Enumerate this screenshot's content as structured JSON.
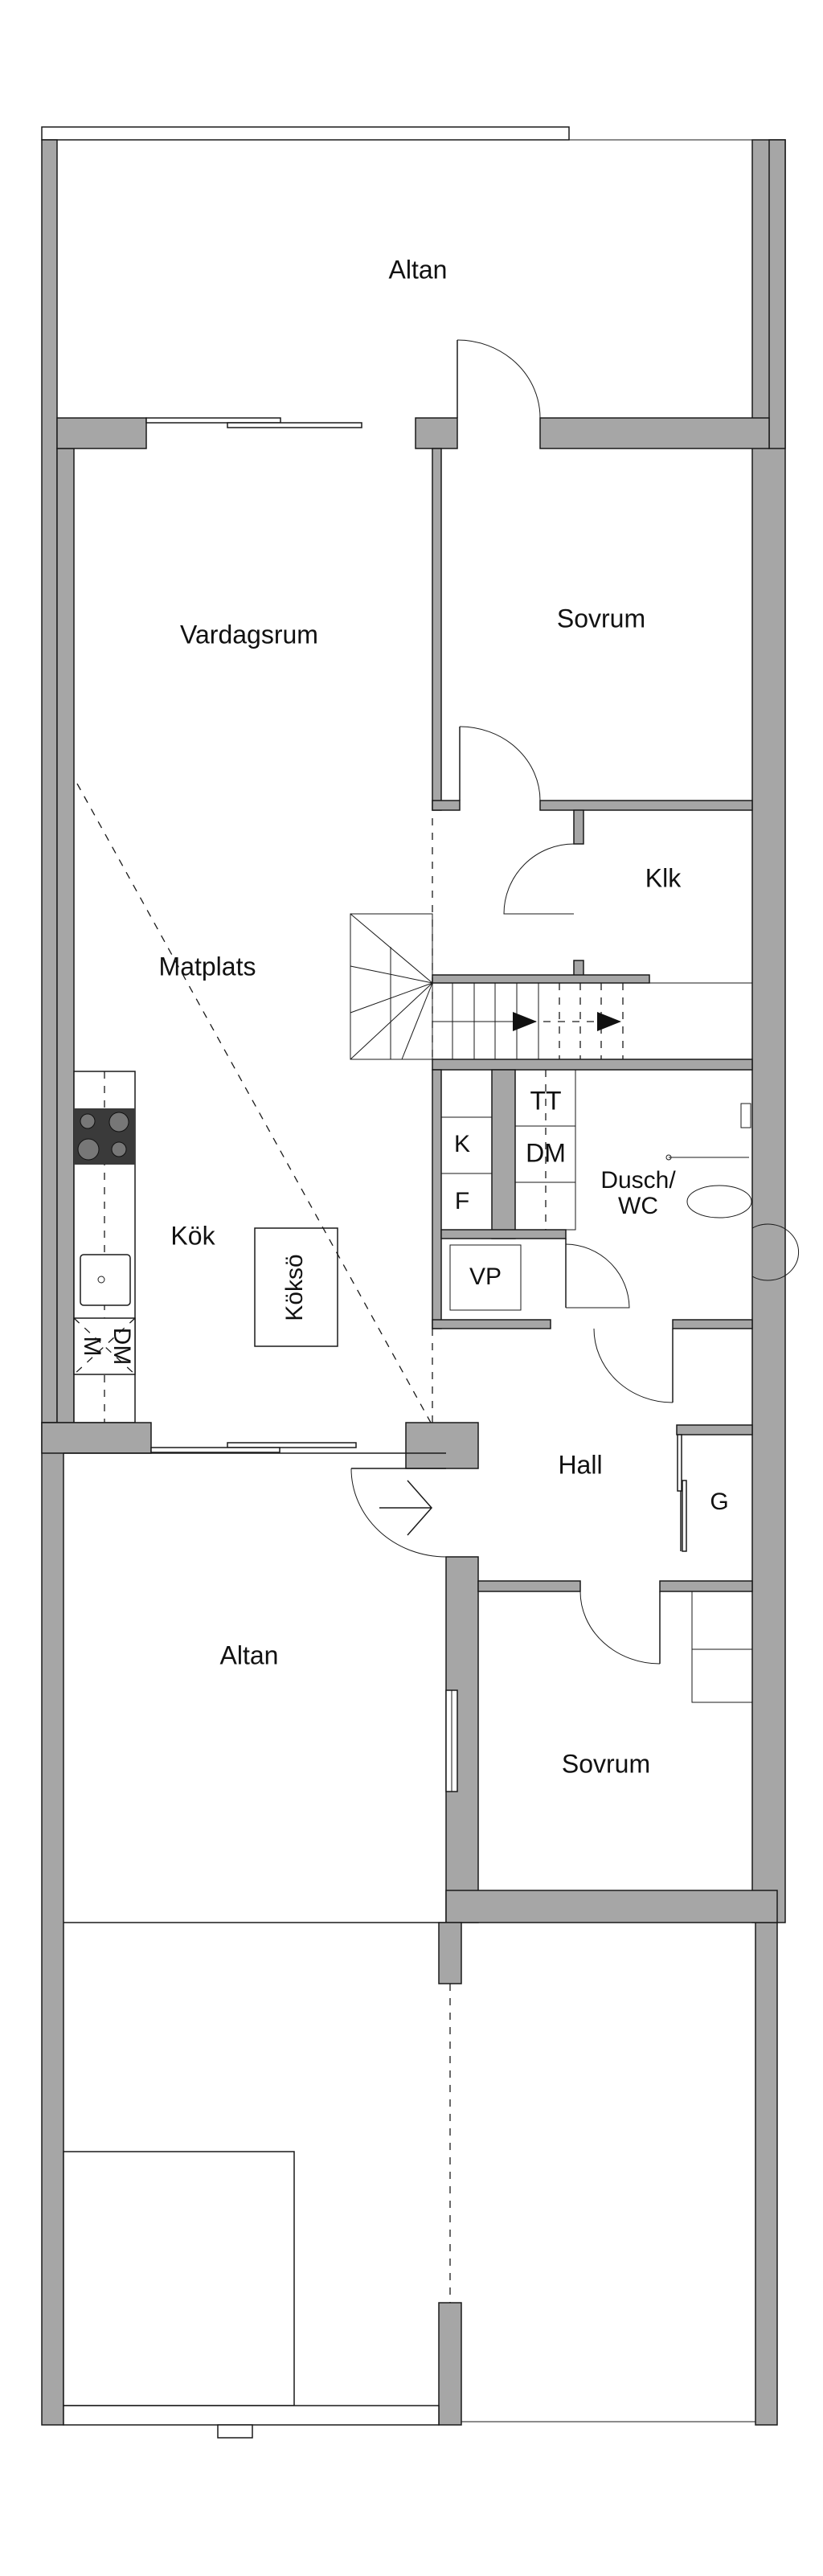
{
  "rooms": {
    "altan_top": "Altan",
    "vardagsrum": "Vardagsrum",
    "sovrum_top": "Sovrum",
    "klk": "Klk",
    "matplats": "Matplats",
    "kok": "Kök",
    "koksö": "Köksö",
    "dusch_wc_1": "Dusch/",
    "dusch_wc_2": "WC",
    "hall": "Hall",
    "altan_bottom": "Altan",
    "sovrum_bottom": "Sovrum"
  },
  "fixtures": {
    "k": "K",
    "f": "F",
    "tt": "TT",
    "dm": "DM",
    "vp": "VP",
    "g": "G",
    "m_kitchen": "M",
    "dm_kitchen": "DM"
  },
  "colors": {
    "wall": "#a6a6a6",
    "line": "#1a1a1a"
  }
}
